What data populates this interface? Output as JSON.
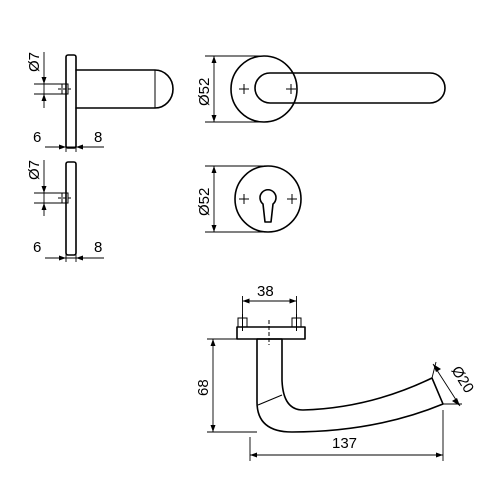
{
  "labels": {
    "rosette_top_dia": "Ø7",
    "rosette_top_left": "6",
    "rosette_top_right": "8",
    "rosette_bottom_dia": "Ø7",
    "rosette_bottom_left": "6",
    "rosette_bottom_right": "8",
    "front_handle_dia": "Ø52",
    "front_escutcheon_dia": "Ø52",
    "top_width": "38",
    "top_height": "68",
    "top_length": "137",
    "top_grip_dia": "Ø20"
  }
}
